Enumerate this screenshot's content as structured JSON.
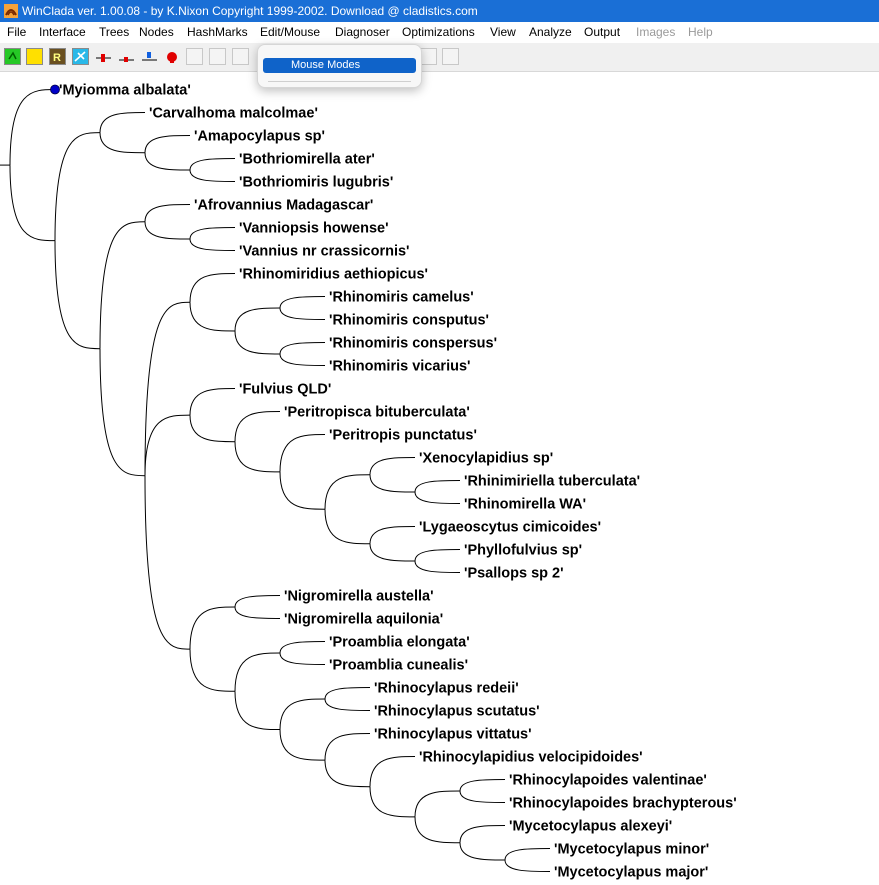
{
  "window": {
    "title": "WinClada ver. 1.00.08  - by K.Nixon Copyright 1999-2002. Download @ cladistics.com"
  },
  "menu": [
    {
      "label": "File",
      "enabled": true
    },
    {
      "label": "Interface",
      "enabled": true
    },
    {
      "label": "Trees",
      "enabled": true
    },
    {
      "label": "Nodes",
      "enabled": true
    },
    {
      "label": "HashMarks",
      "enabled": true
    },
    {
      "label": "Edit/Mouse",
      "enabled": true
    },
    {
      "label": "Diagnoser",
      "enabled": true
    },
    {
      "label": "Optimizations",
      "enabled": true
    },
    {
      "label": "View",
      "enabled": true
    },
    {
      "label": "Analyze",
      "enabled": true
    },
    {
      "label": "Output",
      "enabled": true
    },
    {
      "label": "Images",
      "enabled": false
    },
    {
      "label": "Help",
      "enabled": false
    }
  ],
  "dropdown": {
    "items": [
      "Mouse Modes"
    ]
  },
  "toolbar": {
    "icons": [
      "winclada-icon",
      "file-icon",
      "r-icon",
      "plane-icon",
      "hashmark-red-icon",
      "hashmark-small-icon",
      "hashmark-blue-icon",
      "red-dot-icon",
      "disabled-icon",
      "disabled-icon",
      "disabled-icon"
    ]
  },
  "colors": {
    "titlebar": "#1a6fd6",
    "selected_node": "#0000c8",
    "menu_highlight": "#0f63c9"
  },
  "tree": {
    "selected_taxon": "'Myiomma albalata'",
    "taxa": [
      "'Myiomma albalata'",
      "'Carvalhoma malcolmae'",
      "'Amapocylapus sp'",
      "'Bothriomirella ater'",
      "'Bothriomiris lugubris'",
      "'Afrovannius Madagascar'",
      "'Vanniopsis howense'",
      "'Vannius nr crassicornis'",
      "'Rhinomiridius aethiopicus'",
      "'Rhinomiris camelus'",
      "'Rhinomiris consputus'",
      "'Rhinomiris conspersus'",
      "'Rhinomiris vicarius'",
      "'Fulvius QLD'",
      "'Peritropisca bituberculata'",
      "'Peritropis punctatus'",
      "'Xenocylapidius sp'",
      "'Rhinimiriella tuberculata'",
      "'Rhinomirella WA'",
      "'Lygaeoscytus cimicoides'",
      "'Phyllofulvius sp'",
      "'Psallops sp 2'",
      "'Nigromirella austella'",
      "'Nigromirella aquilonia'",
      "'Proamblia elongata'",
      "'Proamblia cunealis'",
      "'Rhinocylapus redeii'",
      "'Rhinocylapus scutatus'",
      "'Rhinocylapus vittatus'",
      "'Rhinocylapidius velocipidoides'",
      "'Rhinocylapoides valentinae'",
      "'Rhinocylapoides brachypterous'",
      "'Mycetocylapus alexeyi'",
      "'Mycetocylapus minor'",
      "'Mycetocylapus major'"
    ],
    "newick": "(0,((1,(2,(3,4))),((5,(6,7)),((8,((9,10),(11,12))),(13,(14,(15,((16,(17,18)),(19,(20,21)))))),((22,23),((24,25),((26,27),(28,(29,((30,31),(32,(33,34))))))))))))"
  }
}
